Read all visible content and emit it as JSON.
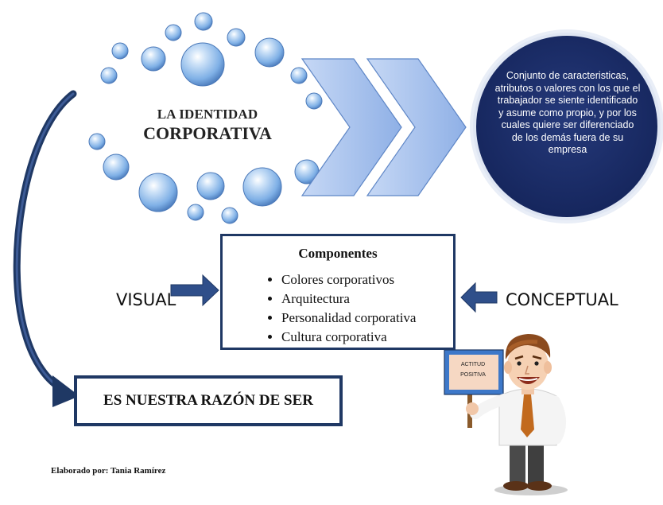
{
  "title": {
    "line1": "LA IDENTIDAD",
    "line2": "CORPORATIVA"
  },
  "definition": "Conjunto de caracteristicas, atributos o valores con los que el trabajador se siente identificado y asume como propio, y por los cuales quiere ser diferenciado de los demás fuera de su empresa",
  "components": {
    "title": "Componentes",
    "items": [
      "Colores corporativos",
      "Arquitectura",
      "Personalidad corporativa",
      "Cultura corporativa"
    ]
  },
  "labels": {
    "visual": "VISUAL",
    "conceptual": "CONCEPTUAL"
  },
  "razon": "ES NUESTRA RAZÓN DE SER",
  "sign": {
    "line1": "ACTITUD",
    "line2": "POSITIVA"
  },
  "credit": "Elaborado por: Tania Ramírez",
  "colors": {
    "navy": "#1f3864",
    "bubble": "#9cc3ec",
    "chevron": "#a9c4ee",
    "definition_circle": "#1c2f6b"
  }
}
